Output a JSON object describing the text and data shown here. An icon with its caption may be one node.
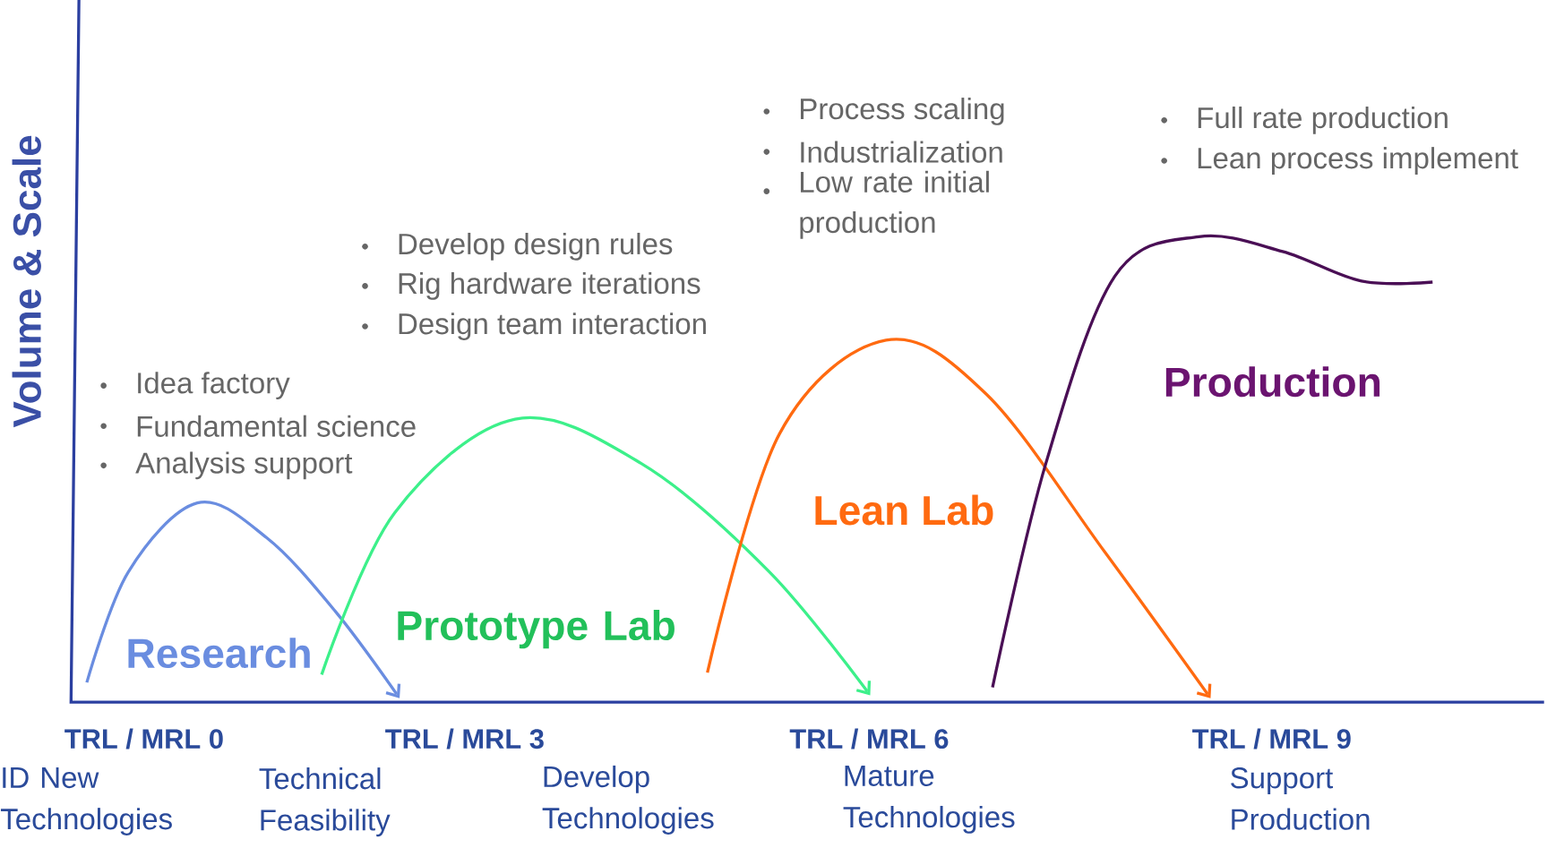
{
  "diagram": {
    "labels": [
      "Volume & Scale",
      "Idea factory",
      "Fundamental science",
      "Analysis support",
      "Develop design rules",
      "Rig hardware iterations",
      "Design team interaction",
      "Process scaling",
      "Industrialization",
      "Low rate initial production",
      "Full rate production",
      "Lean process implement",
      "Research",
      "Prototype Lab",
      "Lean Lab",
      "Production",
      "TRL / MRL 0",
      "TRL / MRL 3",
      "TRL / MRL 6",
      "TRL / MRL 9",
      "ID New Technologies",
      "Technical Feasibility",
      "Develop Technologies",
      "Mature Technologies",
      "Support Production"
    ]
  }
}
